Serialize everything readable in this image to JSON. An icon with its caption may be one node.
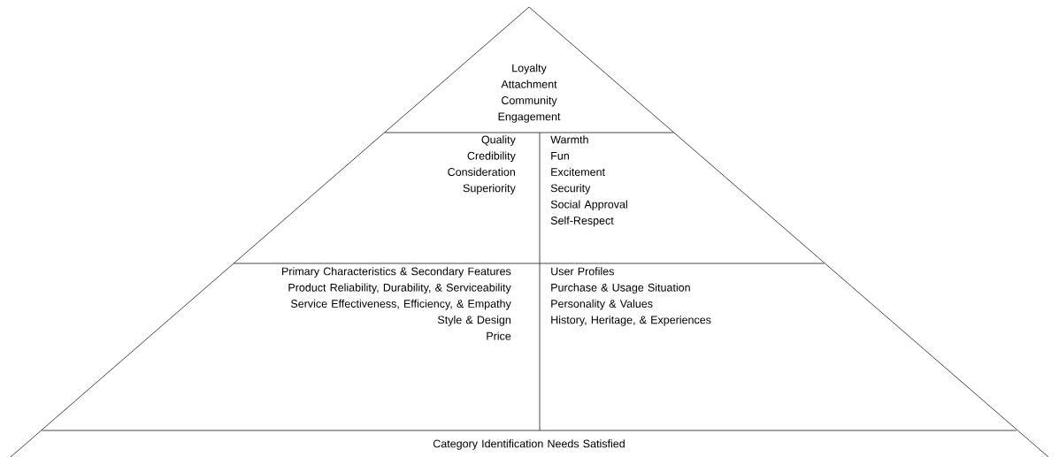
{
  "diagram": {
    "nodes": [
      {
        "text": [
          "Loyalty",
          "Attachment",
          "Community",
          "Engagement"
        ]
      },
      {
        "text": [
          "Quality",
          "Credibility",
          "Consideration",
          "Superiority"
        ]
      },
      {
        "text": [
          "Warmth",
          "Fun",
          "Excitement",
          "Security",
          "Social Approval",
          "Self-Respect"
        ]
      },
      {
        "text": [
          "Primary Characteristics & Secondary Features",
          "Product Reliability, Durability, & Serviceability",
          "Service Effectiveness, Efficiency, & Empathy",
          "Style & Design",
          "Price"
        ]
      },
      {
        "text": [
          "User Profiles",
          "Purchase & Usage Situation",
          "Personality & Values",
          "History, Heritage, & Experiences"
        ]
      },
      {
        "text": [
          "Category Identification Needs Satisfied"
        ]
      }
    ]
  }
}
